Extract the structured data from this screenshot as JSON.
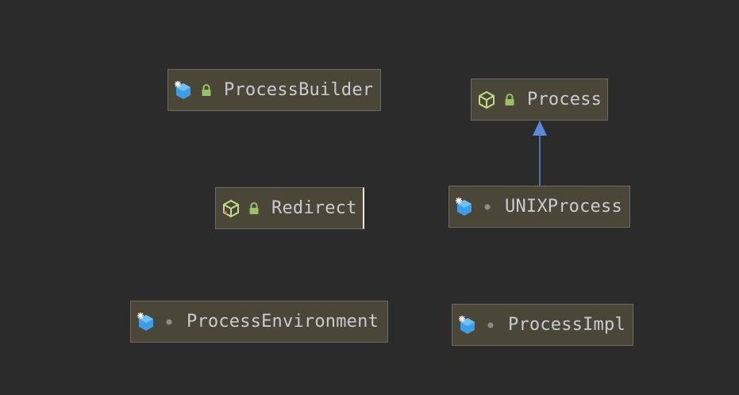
{
  "diagram": {
    "background": "#2b2b2b",
    "node_fill": "#4a4638",
    "node_border": "#6c6a5e",
    "edge_color": "#5b8bd8",
    "nodes": [
      {
        "id": "ProcessBuilder",
        "label": "ProcessBuilder",
        "icon": "class-icon",
        "visibility": "public-lock-icon"
      },
      {
        "id": "Process",
        "label": "Process",
        "icon": "abstract-class-icon",
        "visibility": "public-lock-icon"
      },
      {
        "id": "Redirect",
        "label": "Redirect",
        "icon": "abstract-class-icon",
        "visibility": "public-lock-icon"
      },
      {
        "id": "UNIXProcess",
        "label": "UNIXProcess",
        "icon": "class-icon",
        "visibility": "package-private-dot-icon"
      },
      {
        "id": "ProcessEnvironment",
        "label": "ProcessEnvironment",
        "icon": "class-icon",
        "visibility": "package-private-dot-icon"
      },
      {
        "id": "ProcessImpl",
        "label": "ProcessImpl",
        "icon": "class-icon",
        "visibility": "package-private-dot-icon"
      }
    ],
    "edges": [
      {
        "from": "UNIXProcess",
        "to": "Process",
        "type": "extends"
      }
    ]
  }
}
